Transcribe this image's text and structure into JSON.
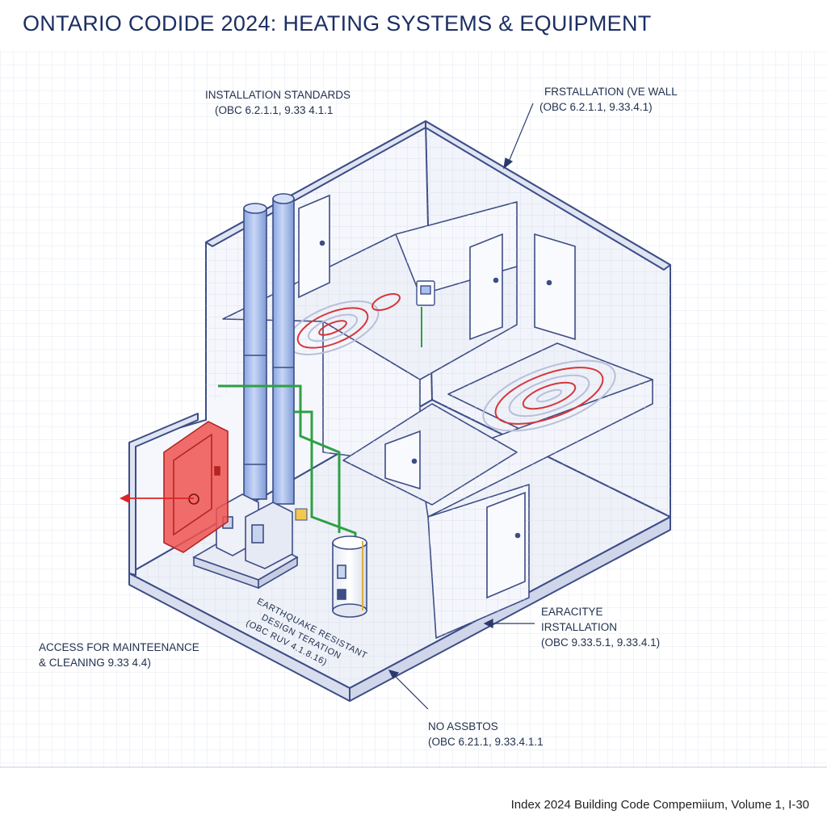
{
  "title": "ONTARIO CODIDE 2024: HEATING SYSTEMS & EQUIPMENT",
  "callouts": {
    "installation_standards": {
      "line1": "INSTALLATION STANDARDS",
      "line2": "(OBC 6.2.1.1, 9.33 4.1.1"
    },
    "wall_installation": {
      "line1": "FRSTALLATION (VE WALL",
      "line2": "(OBC 6.2.1.1, 9.33.4.1)"
    },
    "access_maintenance": {
      "line1": "ACCESS FOR MAINTEENANCE",
      "line2": "& CLEANING  9.33 4.4)"
    },
    "capacity_installation": {
      "line1": "EARACITYE",
      "line2": "IRSTALLATION",
      "line3": "(OBC 9.33.5.1, 9.33.4.1)"
    },
    "no_asbestos": {
      "line1": "NO ASSBTOS",
      "line2": "(OBC 6.21.1, 9.33.4.1.1"
    },
    "earthquake_plaque": {
      "line1": "EARTHQUAKE RESISTANT",
      "line2": "DESIGN TERATION",
      "line3": "(OBC RUV 4.1.8.16)"
    }
  },
  "footer": "Index 2024 Building Code Compemiium, Volume 1, I-30",
  "colors": {
    "title": "#1c2f63",
    "outline": "#3d4d86",
    "wall_fill": "#f4f6fc",
    "flue_pipe": "#a9c0ee",
    "gas_line": "#2ea043",
    "radiant_loop": "#d6363a",
    "electrical_panel": "#ee4b4b",
    "arrow_red": "#d9262a"
  },
  "icons": [
    "flue-pipe-icon",
    "furnace-icon",
    "water-heater-icon",
    "electrical-panel-icon",
    "thermostat-icon",
    "radiant-floor-icon",
    "door-icon"
  ]
}
